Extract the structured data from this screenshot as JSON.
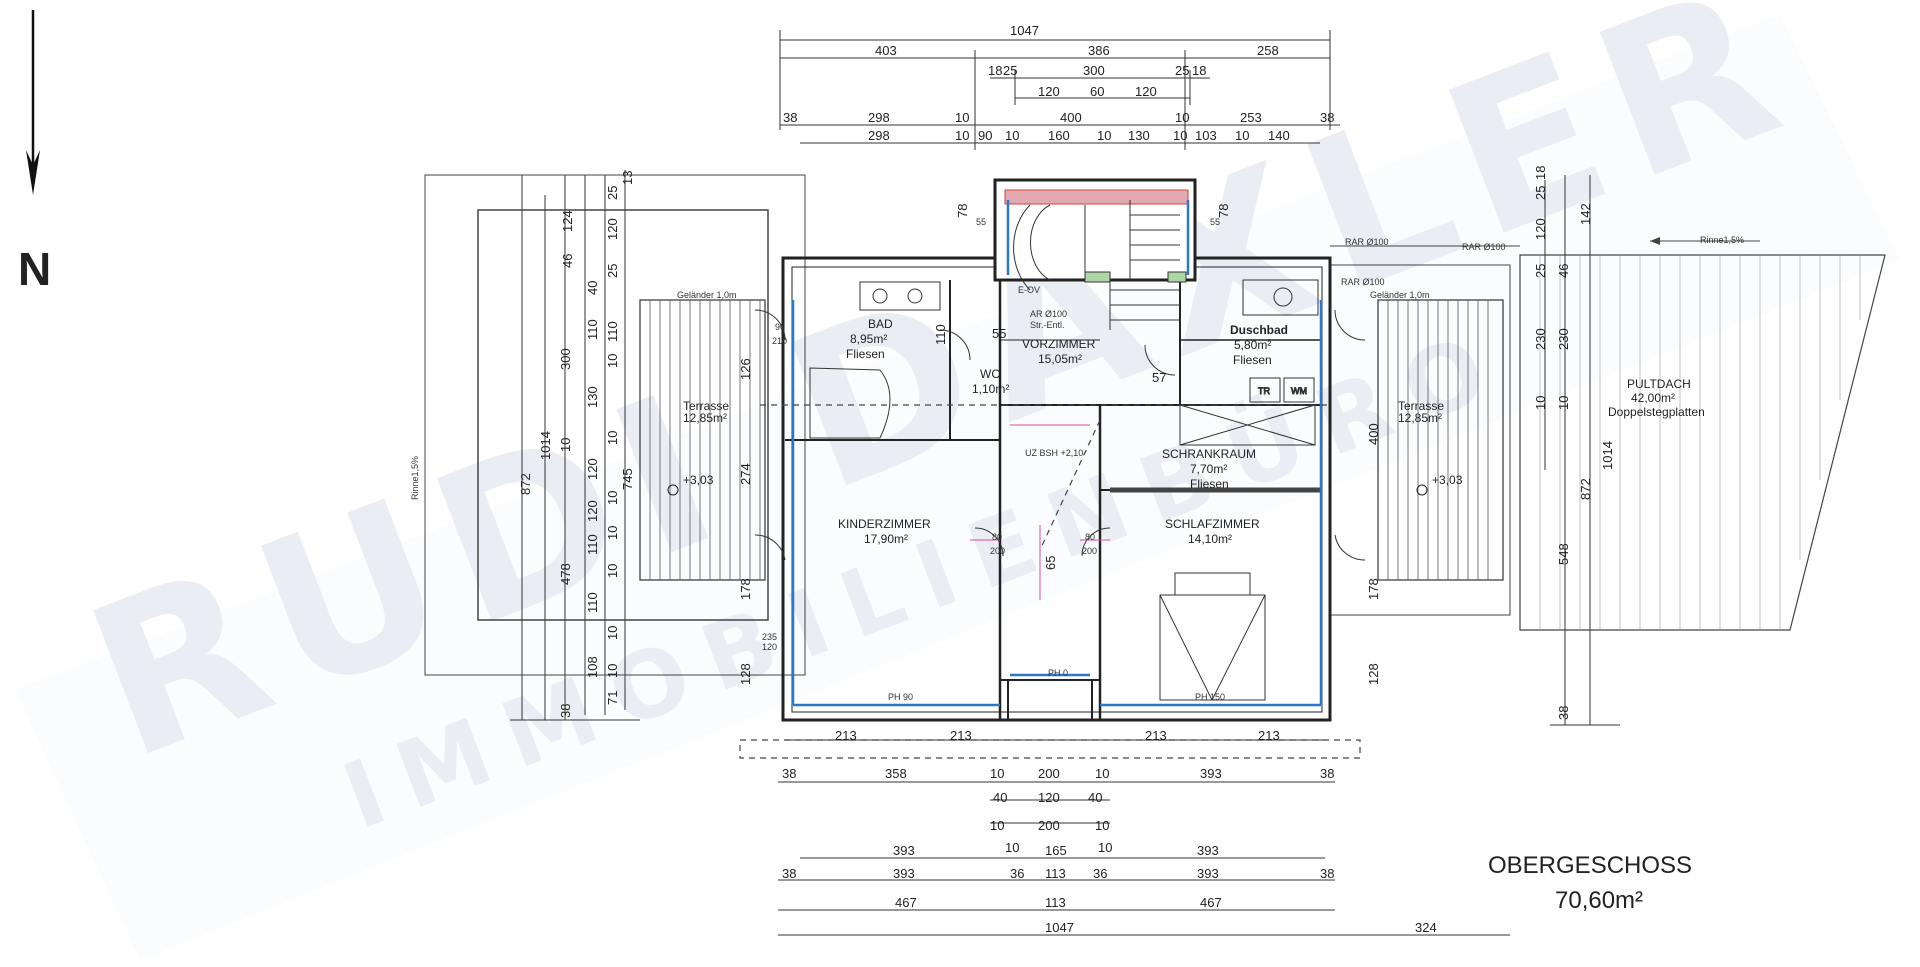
{
  "north_label": "N",
  "watermark": {
    "line1": "RUDI DAXLER",
    "line2": "IMMOBILIENBÜRO"
  },
  "title": {
    "floor": "OBERGESCHOSS",
    "area": "70,60m²"
  },
  "rooms": [
    {
      "name": "BAD",
      "area": "8,95m²",
      "floor": "Fliesen"
    },
    {
      "name": "WC",
      "area": "1,10m²",
      "floor": ""
    },
    {
      "name": "VORZIMMER",
      "area": "15,05m²",
      "floor": ""
    },
    {
      "name": "Duschbad",
      "area": "5,80m²",
      "floor": "Fliesen"
    },
    {
      "name": "SCHRANKRAUM",
      "area": "7,70m²",
      "floor": "Fliesen"
    },
    {
      "name": "KINDERZIMMER",
      "area": "17,90m²",
      "floor": ""
    },
    {
      "name": "SCHLAFZIMMER",
      "area": "14,10m²",
      "floor": ""
    },
    {
      "name": "Terrasse",
      "area": "12,85m²",
      "floor": ""
    },
    {
      "name": "Terrasse",
      "area": "12,85m²",
      "floor": ""
    },
    {
      "name": "PULTDACH",
      "area": "42,00m²",
      "floor": "Doppelstegplatten"
    }
  ],
  "labels": {
    "gelaender_left": "Geländer 1,0m",
    "gelaender_right": "Geländer 1,0m",
    "rar1": "RAR Ø100",
    "rar2": "RAR Ø100",
    "rar3": "RAR Ø100",
    "ar": "AR Ø100",
    "str_entl": "Str.-Entl.",
    "ev": "E-OV",
    "uz": "UZ BSH +2,10",
    "rinne_right": "Rinne1,5%",
    "rinne_left": "Rinne1,5%",
    "tr": "TR",
    "wm": "WM",
    "ph0": "PH 0",
    "ph90": "PH 90",
    "ph150": "PH 150",
    "height_l": "+3,03",
    "height_r": "+3,03",
    "d_90a": "90",
    "d_210a": "210",
    "d_80a": "80",
    "d_200a": "200",
    "d_80b": "80",
    "d_200b": "200",
    "d_55": "55",
    "d_57": "57",
    "d_65": "65",
    "d_110": "110"
  },
  "dims_top": [
    {
      "row": 1,
      "values": [
        "1047"
      ]
    },
    {
      "row": 2,
      "values": [
        "403",
        "386",
        "258"
      ]
    },
    {
      "row": 3,
      "values": [
        "18",
        "25",
        "300",
        "25",
        "18"
      ]
    },
    {
      "row": 4,
      "values": [
        "120",
        "60",
        "120"
      ]
    },
    {
      "row": 5,
      "values": [
        "38",
        "298",
        "10",
        "400",
        "10",
        "253",
        "38"
      ]
    },
    {
      "row": 6,
      "values": [
        "298",
        "10",
        "90",
        "10",
        "160",
        "10",
        "130",
        "10",
        "103",
        "10",
        "140"
      ]
    }
  ],
  "dims_bottom": [
    {
      "row": 1,
      "values": [
        "213",
        "213",
        "213",
        "213"
      ]
    },
    {
      "row": 2,
      "values": [
        "38",
        "358",
        "10",
        "200",
        "10",
        "393",
        "38"
      ]
    },
    {
      "row": 3,
      "values": [
        "40",
        "120",
        "40"
      ]
    },
    {
      "row": 4,
      "values": [
        "10",
        "200",
        "10"
      ]
    },
    {
      "row": 5,
      "values": [
        "393",
        "10",
        "165",
        "10",
        "393"
      ]
    },
    {
      "row": 6,
      "values": [
        "38",
        "393",
        "36",
        "113",
        "36",
        "393",
        "38"
      ]
    },
    {
      "row": 7,
      "values": [
        "467",
        "113",
        "467"
      ]
    },
    {
      "row": 8,
      "values": [
        "1047",
        "324"
      ]
    }
  ],
  "dims_left": [
    {
      "col": 1,
      "values": [
        "1014"
      ]
    },
    {
      "col": 2,
      "values": [
        "872"
      ]
    },
    {
      "col": 3,
      "values": [
        "300",
        "10",
        "478",
        "38"
      ]
    },
    {
      "col": 4,
      "values": [
        "124",
        "46",
        "40",
        "110",
        "130",
        "120",
        "120",
        "110",
        "110",
        "108"
      ]
    },
    {
      "col": 5,
      "values": [
        "25",
        "120",
        "25",
        "110",
        "10",
        "10",
        "10",
        "10",
        "10",
        "10",
        "10",
        "71"
      ]
    },
    {
      "col": 6,
      "values": [
        "13",
        "745"
      ]
    }
  ],
  "dims_right": [
    {
      "col": 1,
      "values": [
        "142",
        "1014",
        "872",
        "548",
        "38"
      ]
    },
    {
      "col": 2,
      "values": [
        "25",
        "18",
        "120",
        "25",
        "46",
        "230",
        "230",
        "10",
        "10"
      ]
    }
  ],
  "dims_inner": [
    "126",
    "274",
    "178",
    "128",
    "400",
    "178",
    "128",
    "235",
    "120",
    "78",
    "78",
    "55",
    "55"
  ]
}
